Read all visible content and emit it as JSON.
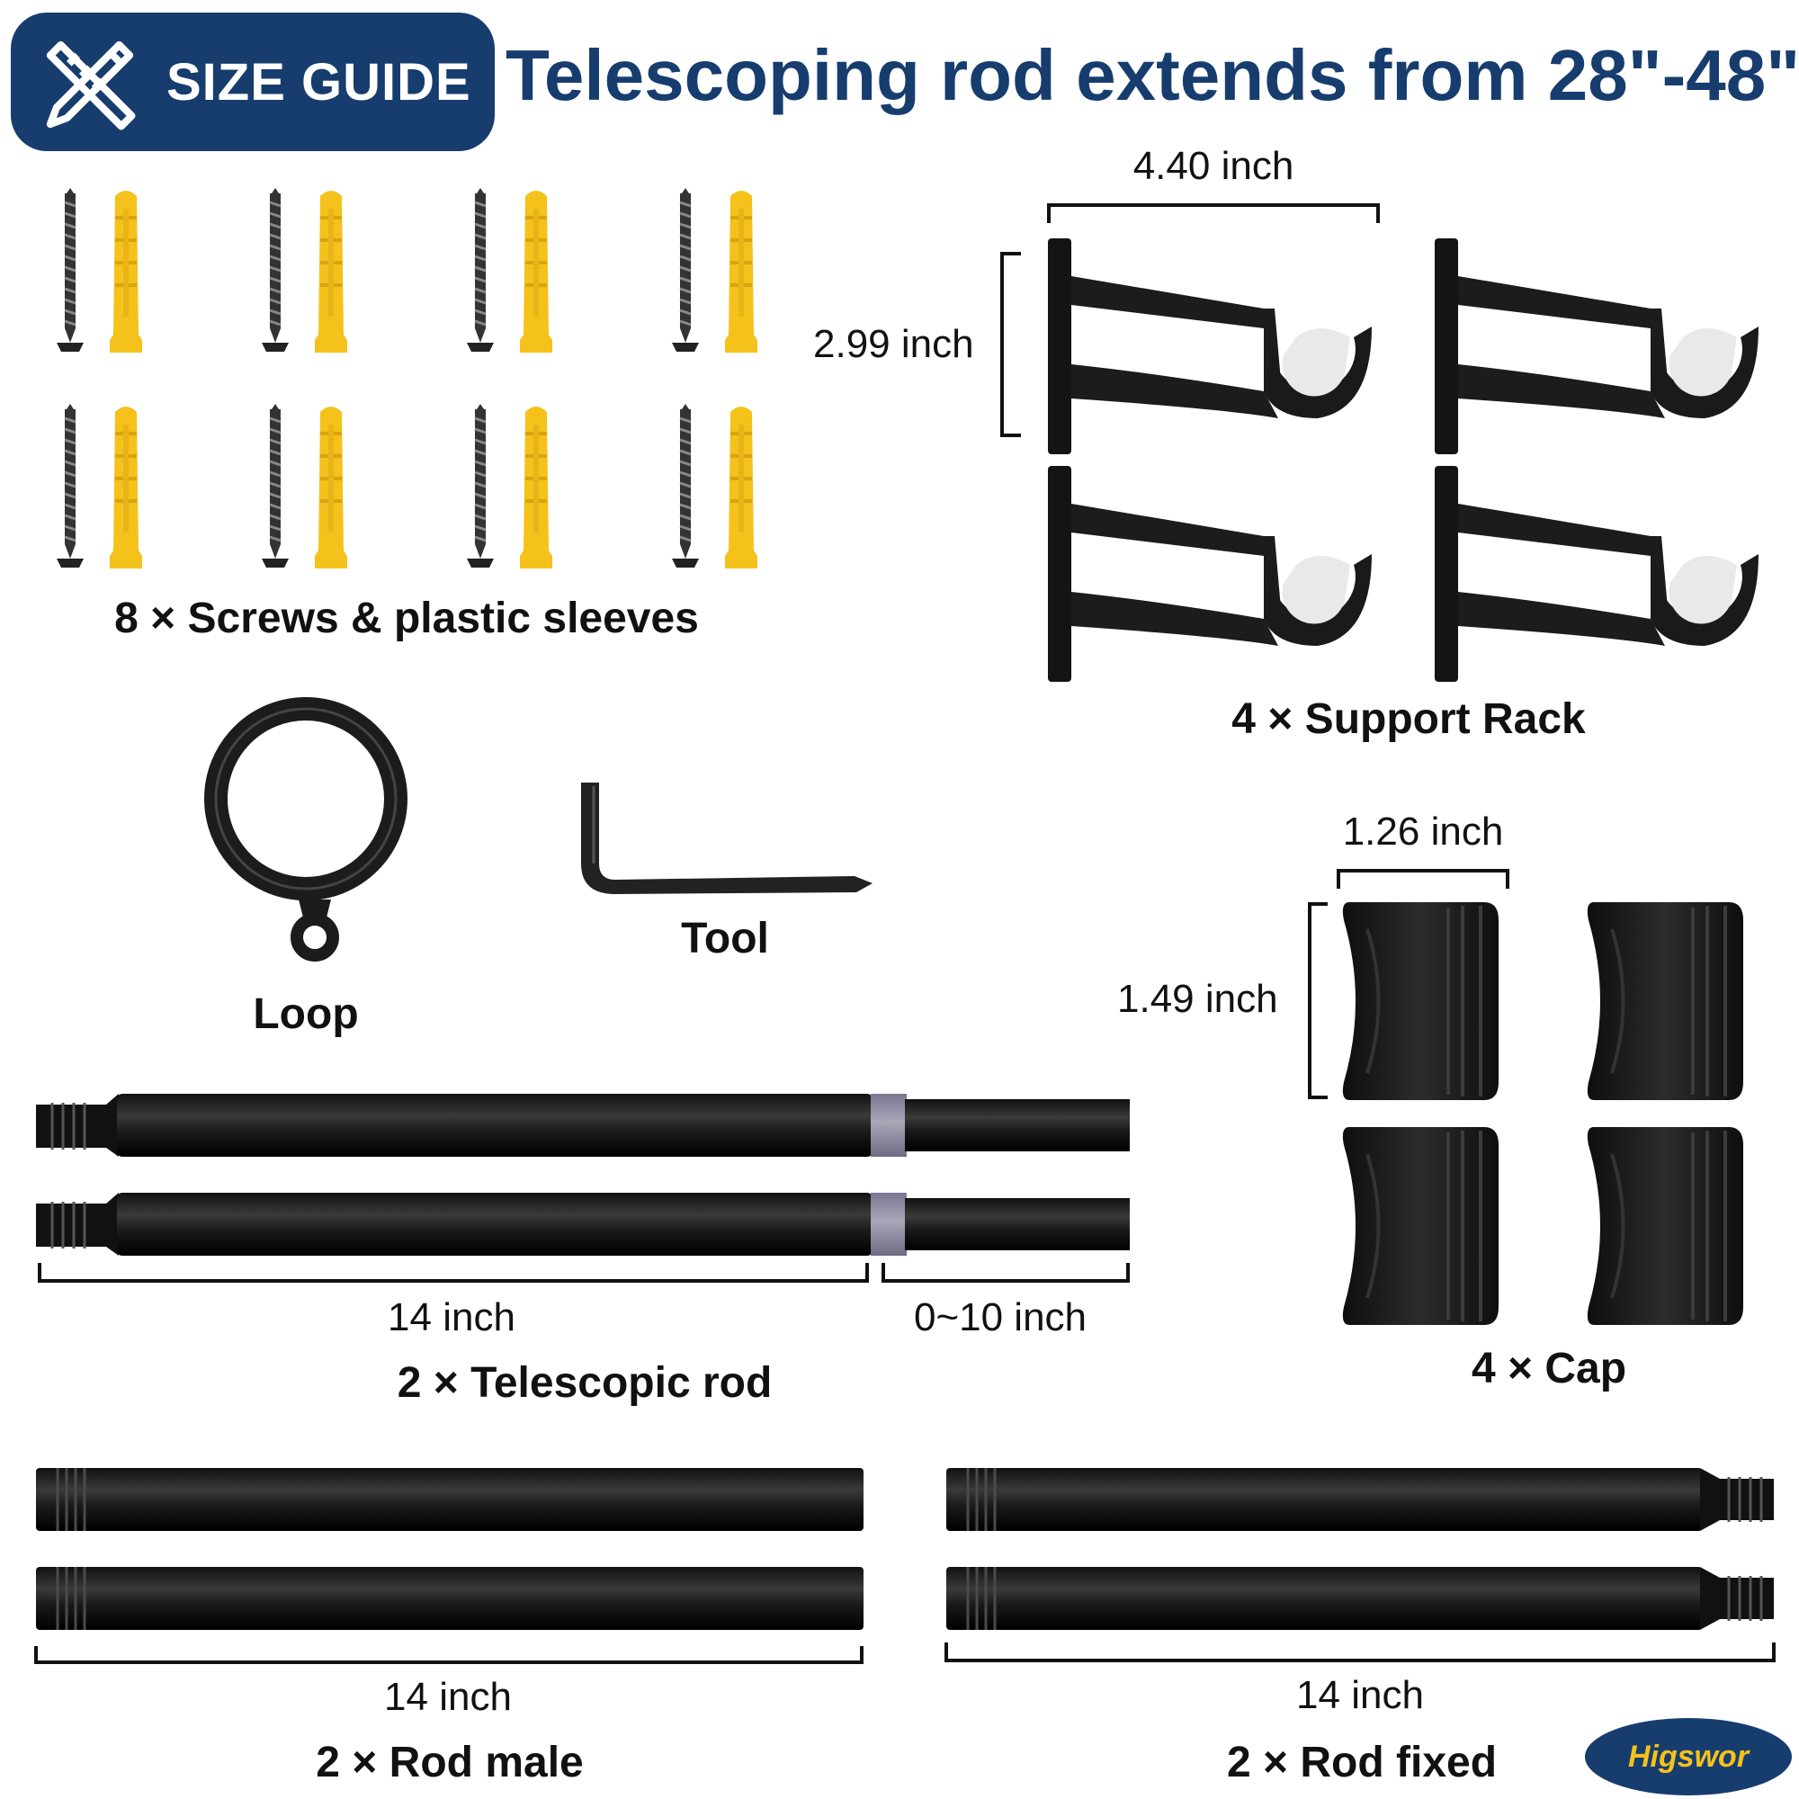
{
  "header": {
    "badge_icon": "ruler-pencil-icon",
    "badge_label": "SIZE GUIDE",
    "headline": "Telescoping rod extends from 28\"-48\""
  },
  "screws": {
    "caption": "8 × Screws & plastic sleeves",
    "sleeve_color": "#f4c21b"
  },
  "support_rack": {
    "width_label": "4.40 inch",
    "height_label": "2.99 inch",
    "caption": "4 × Support Rack"
  },
  "loop": {
    "caption": "Loop"
  },
  "tool": {
    "caption": "Tool"
  },
  "cap": {
    "width_label": "1.26 inch",
    "height_label": "1.49 inch",
    "caption": "4 × Cap"
  },
  "telescopic_rod": {
    "length_label": "14 inch",
    "extension_label": "0~10 inch",
    "caption": "2 × Telescopic rod"
  },
  "rod_male": {
    "length_label": "14 inch",
    "caption": "2 × Rod male"
  },
  "rod_fixed": {
    "length_label": "14 inch",
    "caption": "2 × Rod fixed"
  },
  "brand": {
    "name": "Higswor"
  },
  "colors": {
    "navy": "#173d6e",
    "rod_black": "#1c1c1c",
    "sleeve_gray": "#8e8a9e"
  }
}
